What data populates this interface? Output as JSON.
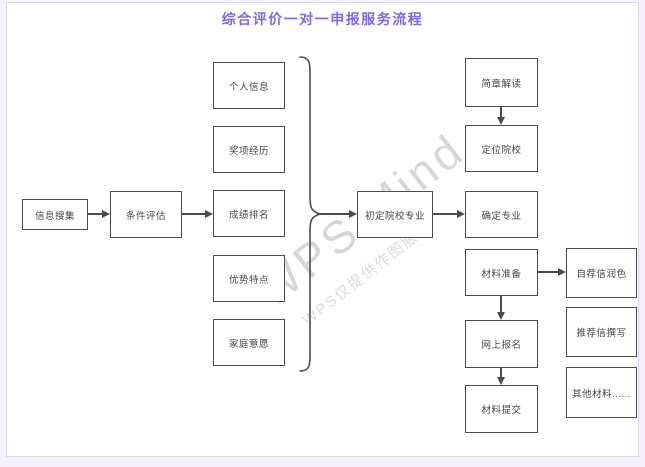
{
  "title": "综合评价一对一申报服务流程",
  "watermark": {
    "main": "WPS Mind",
    "sub": "WPS仅提供作图服务"
  },
  "colors": {
    "title": "#7d6ce2",
    "box_border": "#4c4c4c",
    "box_text": "#454545",
    "arrow": "#4c4c4c",
    "canvas_bg": "#ffffff",
    "page_bg": "#f4f1fb"
  },
  "nodes": {
    "info_collect": {
      "label": "信息搜集"
    },
    "condition_eval": {
      "label": "条件评估"
    },
    "personal_info": {
      "label": "个人信息"
    },
    "award_exp": {
      "label": "奖项经历"
    },
    "grade_rank": {
      "label": "成绩排名"
    },
    "strengths": {
      "label": "优势特点"
    },
    "family_wish": {
      "label": "家庭意愿"
    },
    "initial_choice": {
      "label": "初定院校专业"
    },
    "brochure": {
      "label": "简章解读"
    },
    "locate_college": {
      "label": "定位院校"
    },
    "confirm_major": {
      "label": "确定专业"
    },
    "material_prep": {
      "label": "材料准备"
    },
    "online_apply": {
      "label": "网上报名"
    },
    "material_submit": {
      "label": "材料提交"
    },
    "self_letter": {
      "label": "自荐信润色"
    },
    "recommend_letter": {
      "label": "推荐信撰写"
    },
    "other_material": {
      "label": "其他材料......"
    }
  },
  "edges": [
    [
      "信息搜集",
      "条件评估"
    ],
    [
      "条件评估",
      "成绩排名"
    ],
    [
      "个人信息+奖项经历+成绩排名+优势特点+家庭意愿 (brace)",
      "初定院校专业"
    ],
    [
      "初定院校专业",
      "确定专业"
    ],
    [
      "简章解读",
      "定位院校"
    ],
    [
      "材料准备",
      "自荐信润色"
    ],
    [
      "材料准备",
      "网上报名"
    ],
    [
      "网上报名",
      "材料提交"
    ]
  ]
}
